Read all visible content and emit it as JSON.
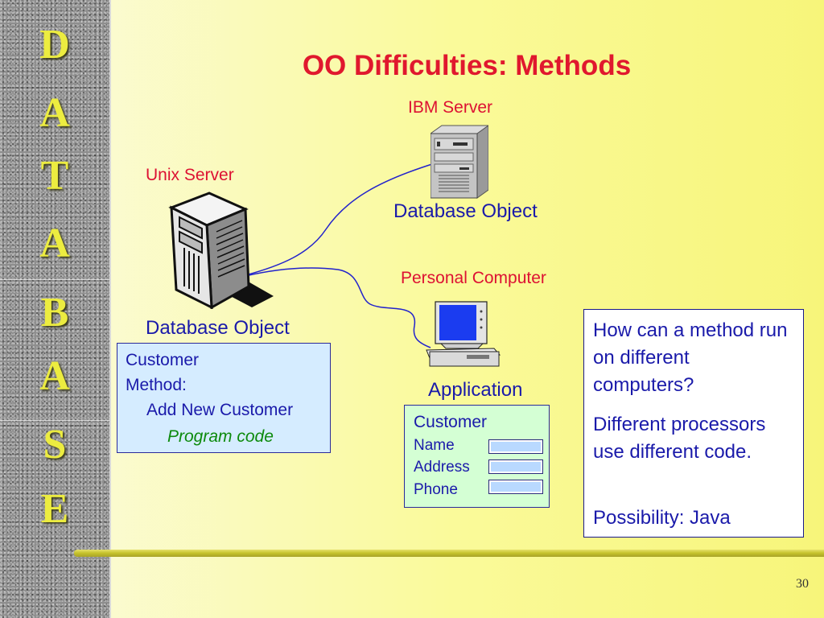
{
  "sidebar": {
    "letters": [
      "D",
      "A",
      "T",
      "A",
      "B",
      "A",
      "S",
      "E"
    ]
  },
  "title": "OO Difficulties: Methods",
  "ibm": {
    "label": "IBM Server",
    "object": "Database Object"
  },
  "unix": {
    "label": "Unix Server",
    "object": "Database Object"
  },
  "pc": {
    "label": "Personal Computer",
    "object": "Application"
  },
  "method_box": {
    "line1": "Customer",
    "line2": "Method:",
    "line3": "Add New Customer",
    "line4": "Program code"
  },
  "app_box": {
    "heading": "Customer",
    "fields": [
      "Name",
      "Address",
      "Phone"
    ]
  },
  "question_box": {
    "p1": "How can a method run on different computers?",
    "p2": "Different processors use different code.",
    "p3": "Possibility: Java"
  },
  "page_number": "30",
  "colors": {
    "title": "#e0182e",
    "label_red": "#dd1133",
    "text_blue": "#1a1aaa",
    "method_box_bg": "#d5ecff",
    "app_box_bg": "#d4ffd4",
    "sidebar_letter": "#ecec40"
  },
  "icons": {
    "ibm_server": "tower-server-icon",
    "unix_server": "tower-server-icon",
    "pc": "desktop-computer-icon"
  }
}
